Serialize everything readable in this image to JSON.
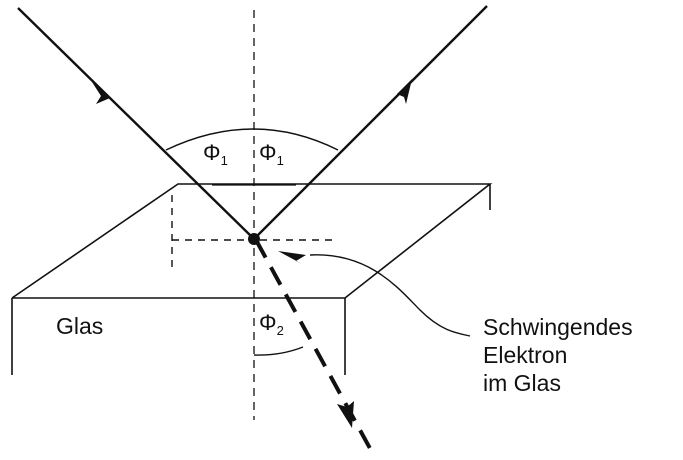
{
  "diagram": {
    "angle_symbol": "Φ",
    "incidence_subscript": "1",
    "refraction_subscript": "2",
    "glass_label": "Glas",
    "electron_label": {
      "line1": "Schwingendes",
      "line2": "Elektron",
      "line3": "im Glas"
    },
    "colors": {
      "ink": "#111111",
      "background": "#ffffff"
    }
  }
}
